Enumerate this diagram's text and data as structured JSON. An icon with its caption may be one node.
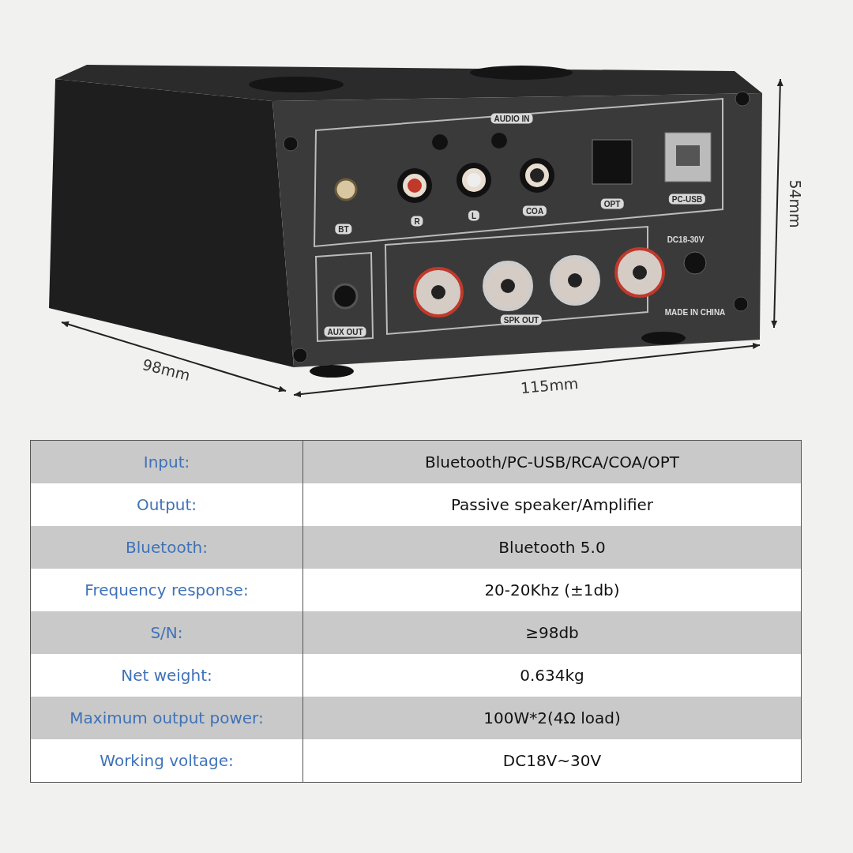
{
  "diagram": {
    "labels": [
      "AUDIO IN",
      "BT",
      "R",
      "L",
      "COA",
      "OPT",
      "PC-USB",
      "DC18-30V",
      "AUX OUT",
      "SPK OUT",
      "MADE IN CHINA",
      "54mm",
      "98mm",
      "115mm",
      "Input:",
      "Bluetooth/PC-USB/RCA/COA/OPT",
      "Output:",
      "Passive speaker/Amplifier",
      "Bluetooth:",
      "Bluetooth 5.0",
      "Frequency response:",
      "20-20Khz (±1db)",
      "S/N:",
      "≥98db",
      "Net weight:",
      "0.634kg",
      "Maximum output power:",
      "100W*2(4Ω load)",
      "Working voltage:",
      "DC18V~30V"
    ]
  }
}
